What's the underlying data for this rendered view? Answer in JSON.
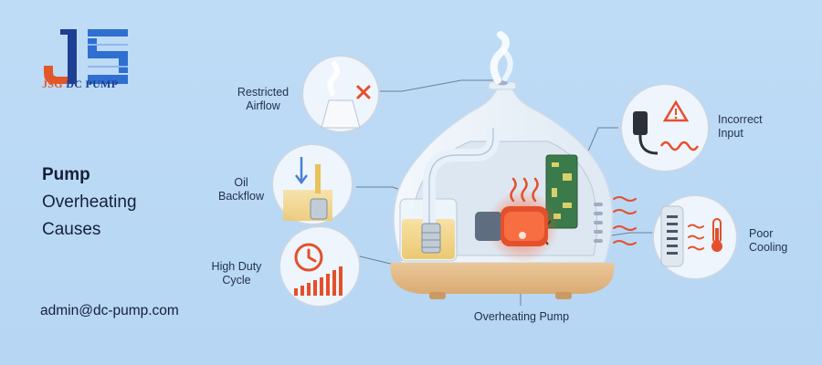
{
  "brand": {
    "logo_text_primary": "JSG",
    "logo_text_secondary": "DC PUMP",
    "colors": {
      "orange": "#e2572a",
      "blue": "#1f3f95"
    }
  },
  "headline": {
    "line1": "Pump",
    "line2": "Overheating",
    "line3": "Causes"
  },
  "contact": {
    "email": "admin@dc-pump.com"
  },
  "callouts": {
    "restricted_airflow": {
      "line1": "Restricted",
      "line2": "Airflow",
      "icon": "volcano-steam-x-icon"
    },
    "oil_backflow": {
      "line1": "Oil",
      "line2": "Backflow",
      "icon": "oil-filter-icon"
    },
    "high_duty_cycle": {
      "line1": "High Duty",
      "line2": "Cycle",
      "icon": "clock-bars-icon"
    },
    "incorrect_input": {
      "line1": "Incorrect",
      "line2": "Input",
      "icon": "power-adapter-warning-icon"
    },
    "poor_cooling": {
      "line1": "Poor",
      "line2": "Cooling",
      "icon": "vent-thermometer-icon"
    },
    "overheating_pump": {
      "label": "Overheating Pump"
    }
  }
}
